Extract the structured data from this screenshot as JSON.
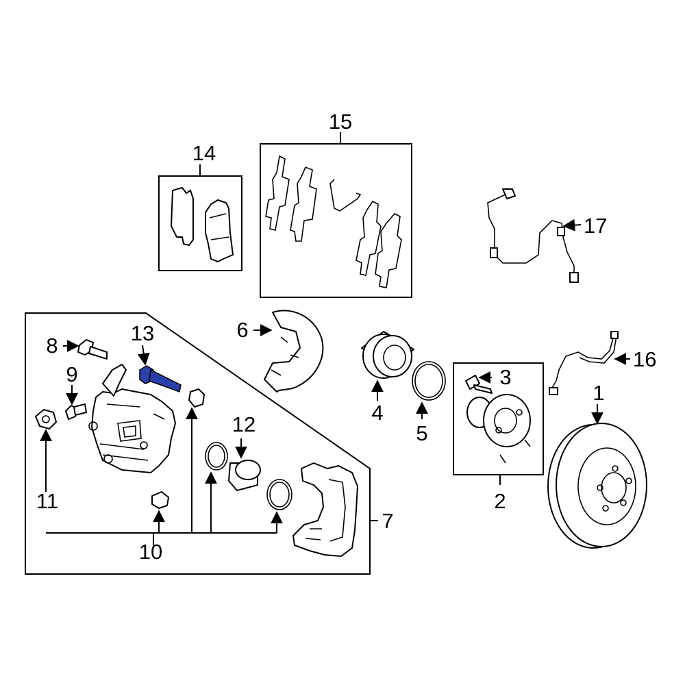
{
  "callouts": {
    "c1": "1",
    "c2": "2",
    "c3": "3",
    "c4": "4",
    "c5": "5",
    "c6": "6",
    "c7": "7",
    "c8": "8",
    "c9": "9",
    "c10": "10",
    "c11": "11",
    "c12": "12",
    "c13": "13",
    "c14": "14",
    "c15": "15",
    "c16": "16",
    "c17": "17"
  },
  "highlight_color": "#2a3fa8",
  "highlighted_part": "13"
}
